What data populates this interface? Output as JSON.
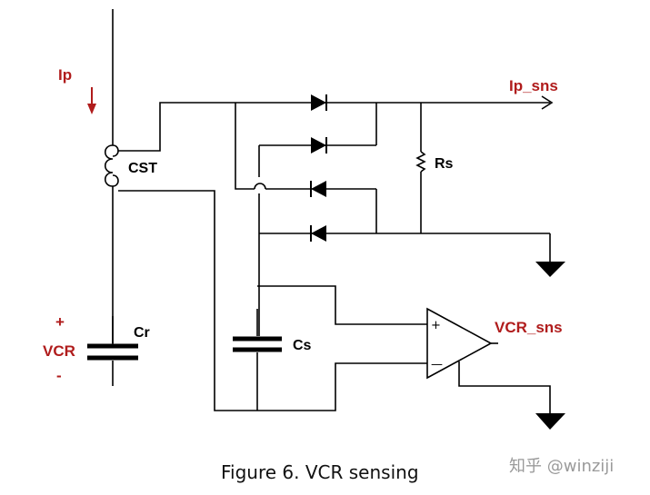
{
  "labels": {
    "ip": "Ip",
    "ip_sns": "Ip_sns",
    "cst": "CST",
    "rs": "Rs",
    "vcr_plus": "+",
    "vcr": "VCR",
    "vcr_minus": "-",
    "cr": "Cr",
    "cs": "Cs",
    "vcr_sns": "VCR_sns",
    "opamp_plus": "+",
    "opamp_minus": "—"
  },
  "caption": "Figure 6. VCR sensing",
  "watermark": "知乎 @winziji",
  "colors": {
    "label_red": "#b01c1c",
    "wire": "#000000"
  }
}
